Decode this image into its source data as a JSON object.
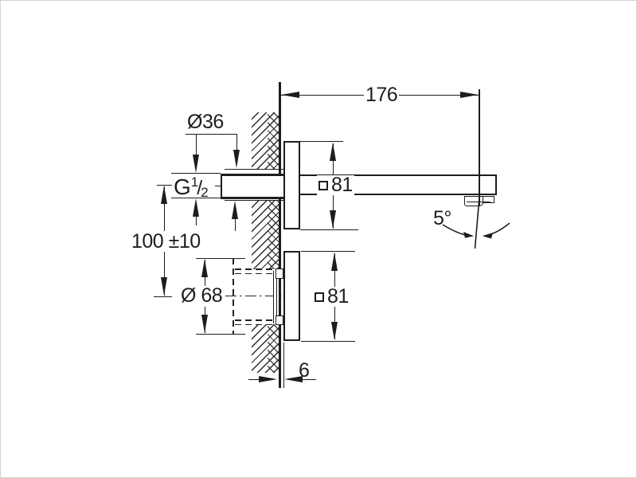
{
  "dimensions": {
    "spout_reach": "176",
    "flange_square_top": "81",
    "flange_square_bottom": "81",
    "inlet_diameter": "Ø36",
    "thread": {
      "letter": "G",
      "numerator": "1",
      "denominator": "2"
    },
    "mounting_height": "100 ±10",
    "body_diameter": "Ø 68",
    "spray_angle": "5°",
    "wall_clearance": "6"
  },
  "colors": {
    "line": "#1d1d1d",
    "background": "#ffffff"
  }
}
